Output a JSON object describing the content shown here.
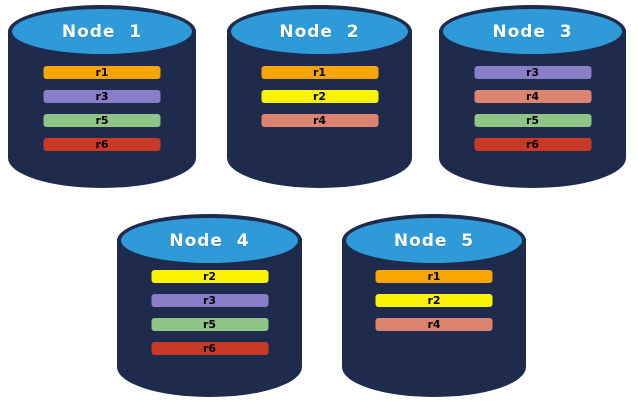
{
  "diagram": {
    "description": "Five database node cylinders showing replica placement",
    "colors": {
      "body": "#1E2B4C",
      "top": "#2E9BD8",
      "title_text": "#FFFFFF",
      "bar_text": "#000000",
      "replicas": {
        "r1": "#F9A602",
        "r2": "#FBF400",
        "r3": "#8B7EC8",
        "r4": "#DD8471",
        "r5": "#8FC687",
        "r6": "#C93A26"
      }
    },
    "nodes": [
      {
        "id": "node-1",
        "title": "Node  1",
        "replicas": [
          "r1",
          "r3",
          "r5",
          "r6"
        ]
      },
      {
        "id": "node-2",
        "title": "Node  2",
        "replicas": [
          "r1",
          "r2",
          "r4"
        ]
      },
      {
        "id": "node-3",
        "title": "Node  3",
        "replicas": [
          "r3",
          "r4",
          "r5",
          "r6"
        ]
      },
      {
        "id": "node-4",
        "title": "Node  4",
        "replicas": [
          "r2",
          "r3",
          "r5",
          "r6"
        ]
      },
      {
        "id": "node-5",
        "title": "Node  5",
        "replicas": [
          "r1",
          "r2",
          "r4"
        ]
      }
    ]
  }
}
